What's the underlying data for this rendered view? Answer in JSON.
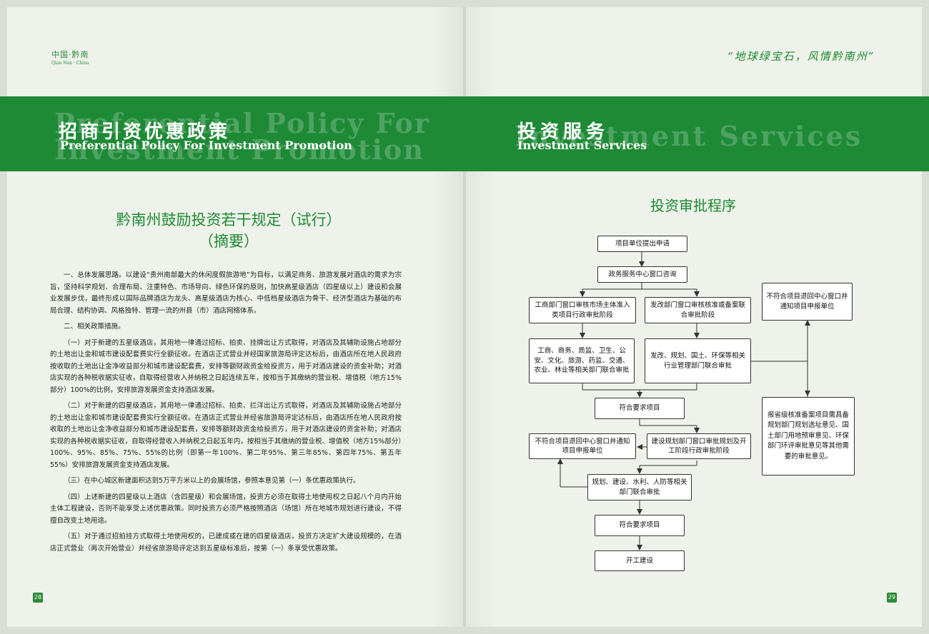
{
  "left_page": {
    "logo_cn": "中国·黔南",
    "logo_en": "Qian Nan · China",
    "band_ghost_1": "Preferential Policy For",
    "band_ghost_2": "Investment Promotion",
    "band_title_cn": "招商引资优惠政策",
    "band_title_en": "Preferential Policy For Investment Promotion",
    "doc_title": "黔南州鼓励投资若干规定（试行）",
    "doc_subtitle": "（摘要）",
    "paragraphs": [
      "一、总体发展思路。以建设“贵州南部最大的休闲度假旅游地”为目标，以满足商务、旅游发展对酒店的需求为宗旨，坚持科学规划、合理布局、注重特色、市场导向、绿色环保的原则，加快高星级酒店（四星级以上）建设和会展业发展步伐，最终形成以国际品牌酒店为龙头、高星级酒店为核心、中低档星级酒店为骨干、经济型酒店为基础的布局合理、结构协调、风格独特、管理一流的州县（市）酒店网络体系。",
      "二、相关政策措施。",
      "（一）对于新建的五星级酒店，其用地一律通过招标、拍卖、挂牌出让方式取得，对酒店及其辅助设施占地部分的土地出让金和城市建设配套费实行全额征收。在酒店正式营业并经国家旅游局评定达标后，由酒店所在地人民政府按收取的土地出让金净收益部分和城市建设配套费，安排等额财政资金给投资方，用于对酒店建设的资金补助；对酒店实现的各种税收据实征收，自取得经营收入并纳税之日起连续五年，按相当于其缴纳的营业税、增值税（地方15%部分）100%的比例，安排旅游发展资金支持酒店发展。",
      "（二）对于新建的四星级酒店，其用地一律通过招标、拍卖、拦洋出让方式取得，对酒店及其辅助设施占地部分的土地出让金和城市建设配套费实行全额征收。在酒店正式营业并经省旅游局评定达标后，由酒店所在地人民政府按收取的土地出让金净收益部分和城市建设配套费，安排等额财政资金给投资方，用于对酒店建设的资金补助；对酒店实现的各种税收据实征收，自取得经营收入并纳税之日起五年内，按相当于其缴纳的营业税、增值税（地方15%部分）100%、95%、85%、75%、55%的比例（即第一年100%、第二年95%、第三年85%、第四年75%、第五年55%）安排旅游发展资金支持酒店发展。",
      "（三）在中心城区新建面积达到5万平方米以上的会展场馆，参照本意见第（一）条优惠政策执行。",
      "（四）上述新建的四星级以上酒店（含四星级）和会展场馆，投资方必须在取得土地使用权之日起八个月内开始主体工程建设，否则不能享受上述优惠政策。同时投资方必须严格按照酒店（场馆）所在地城市规划进行建设，不得擅自改变土地用途。",
      "（五）对于通过招拍挂方式取得土地使用权的，已建成或在建的四星级酒店，投资方决定扩大建设规模的，在酒店正式营业（再次开始营业）并经省旅游局评定达到五星级标准后，按第（一）条享受优惠政策。"
    ],
    "page_number": "28"
  },
  "right_page": {
    "slogan": "“地球绿宝石，风情黔南州”",
    "band_ghost": "Investment Services",
    "band_title_cn": "投资服务",
    "band_title_en": "Investment Services",
    "flow_title": "投资审批程序",
    "page_number": "29",
    "flow": {
      "b1": "项目单位提出申请",
      "b2": "政务服务中心窗口咨询",
      "b3": "工商部门窗口审核市场主体准入类项目行政审批阶段",
      "b4": "发改部门窗口审核核准或备案联合审批阶段",
      "b5": "工商、商务、质监、卫生、公安、文化、旅游、药监、交通、农业、林业等相关部门联合审批",
      "b6": "发改、规划、国土、环保等相关行业管理部门联合审批",
      "b7": "不符合项目退回中心窗口并通知项目申报单位",
      "b8": "报省级核准备案项目需具备规划部门规划选址意见、国土部门用地预审意见、环保部门环评审批意见等其他需要的审批意见。",
      "b9": "符合要求项目",
      "b10": "不符合项目退回中心窗口并通知项目申报单位",
      "b11": "建设规划部门窗口审批规划及开工阶段行政审批阶段",
      "b12": "规划、建设、水利、人防等相关部门联合审批",
      "b13": "符合要求项目",
      "b14": "开工建设"
    }
  },
  "colors": {
    "green": "#1e8a36",
    "page": "#eef2ea"
  }
}
